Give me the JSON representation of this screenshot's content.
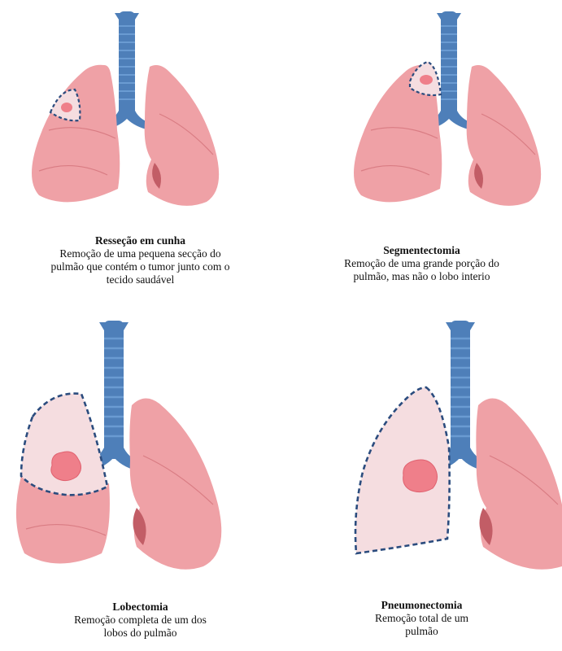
{
  "colors": {
    "lung": "#efa1a6",
    "lung_dark": "#d97c83",
    "lung_deep": "#c25d66",
    "trachea": "#4e7fb9",
    "trachea_ring": "#6a9bd2",
    "dash": "#2b4c7e",
    "removed": "#f5dde0",
    "tumor": "#ef7f8a"
  },
  "panels": [
    {
      "title": "Resseção em cunha",
      "description_lines": [
        "Remoção de uma pequena secção do",
        "pulmão que contém o tumor junto com o",
        "tecido saudável"
      ]
    },
    {
      "title": "Segmentectomia",
      "description_lines": [
        "Remoção de uma grande porção do",
        "pulmão, mas não o lobo interio"
      ]
    },
    {
      "title": "Lobectomia",
      "description_lines": [
        "Remoção completa de um dos",
        "lobos do pulmão"
      ]
    },
    {
      "title": "Pneumonectomia",
      "description_lines": [
        "Remoção total de um",
        "pulmão"
      ]
    }
  ]
}
